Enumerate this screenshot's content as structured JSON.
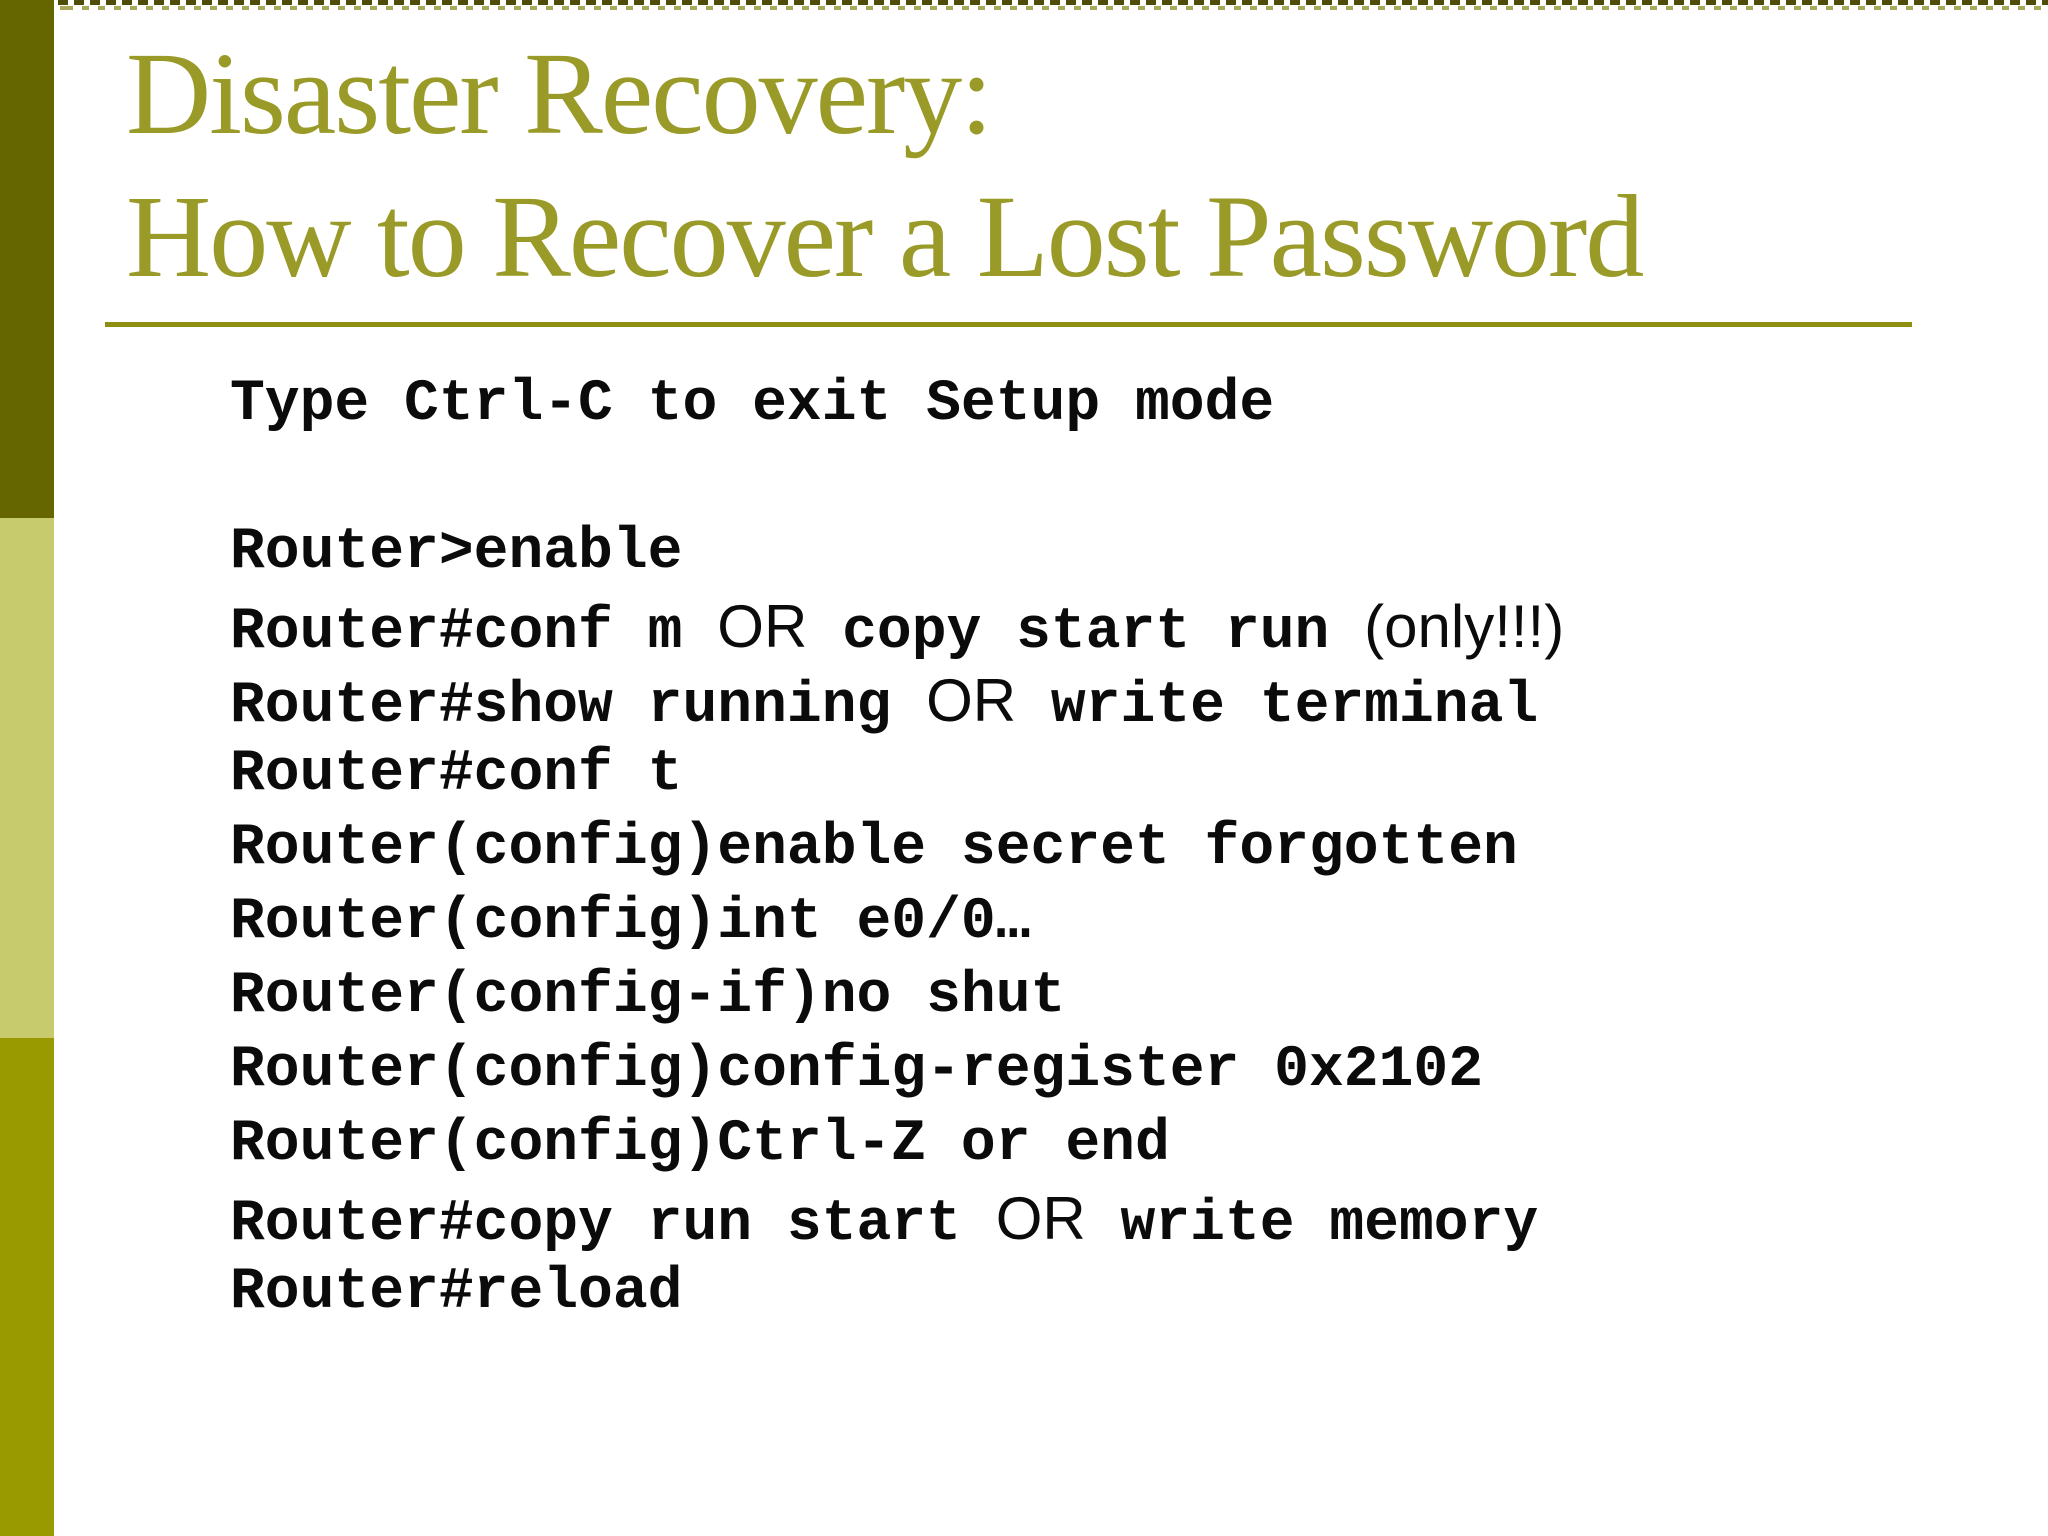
{
  "slide": {
    "title_lines": [
      "Disaster Recovery:",
      "How to Recover a Lost Password"
    ],
    "colors": {
      "background": "#ffffff",
      "title_text": "#9a9a28",
      "title_rule": "#8e8e10",
      "sidebar_top": "#666600",
      "sidebar_middle": "#c7cb6d",
      "sidebar_bottom": "#999900",
      "top_border_dark_dash": "#4e4e08",
      "top_border_light_dash": "#a8a75a",
      "body_text": "#0b0b0b"
    }
  },
  "terminal": {
    "lines": [
      [
        {
          "t": "Type Ctrl-C to exit Setup mode",
          "f": "mono"
        }
      ],
      [],
      [
        {
          "t": "Router>enable",
          "f": "mono"
        }
      ],
      [
        {
          "t": "Router#conf m ",
          "f": "mono"
        },
        {
          "t": "OR",
          "f": "sans"
        },
        {
          "t": " copy start run ",
          "f": "mono"
        },
        {
          "t": "(only!!!)",
          "f": "sans"
        }
      ],
      [
        {
          "t": "Router#show running ",
          "f": "mono"
        },
        {
          "t": "OR",
          "f": "sans"
        },
        {
          "t": " write terminal",
          "f": "mono"
        }
      ],
      [
        {
          "t": "Router#conf t",
          "f": "mono"
        }
      ],
      [
        {
          "t": "Router(config)enable secret forgotten",
          "f": "mono"
        }
      ],
      [
        {
          "t": "Router(config)int e0/0…",
          "f": "mono"
        }
      ],
      [
        {
          "t": "Router(config-if)no shut",
          "f": "mono"
        }
      ],
      [
        {
          "t": "Router(config)config-register 0x2102",
          "f": "mono"
        }
      ],
      [
        {
          "t": "Router(config)Ctrl-Z or end",
          "f": "mono"
        }
      ],
      [
        {
          "t": "Router#copy run start ",
          "f": "mono"
        },
        {
          "t": "OR",
          "f": "sans"
        },
        {
          "t": " write memory",
          "f": "mono"
        }
      ],
      [
        {
          "t": "Router#reload",
          "f": "mono"
        }
      ]
    ]
  }
}
